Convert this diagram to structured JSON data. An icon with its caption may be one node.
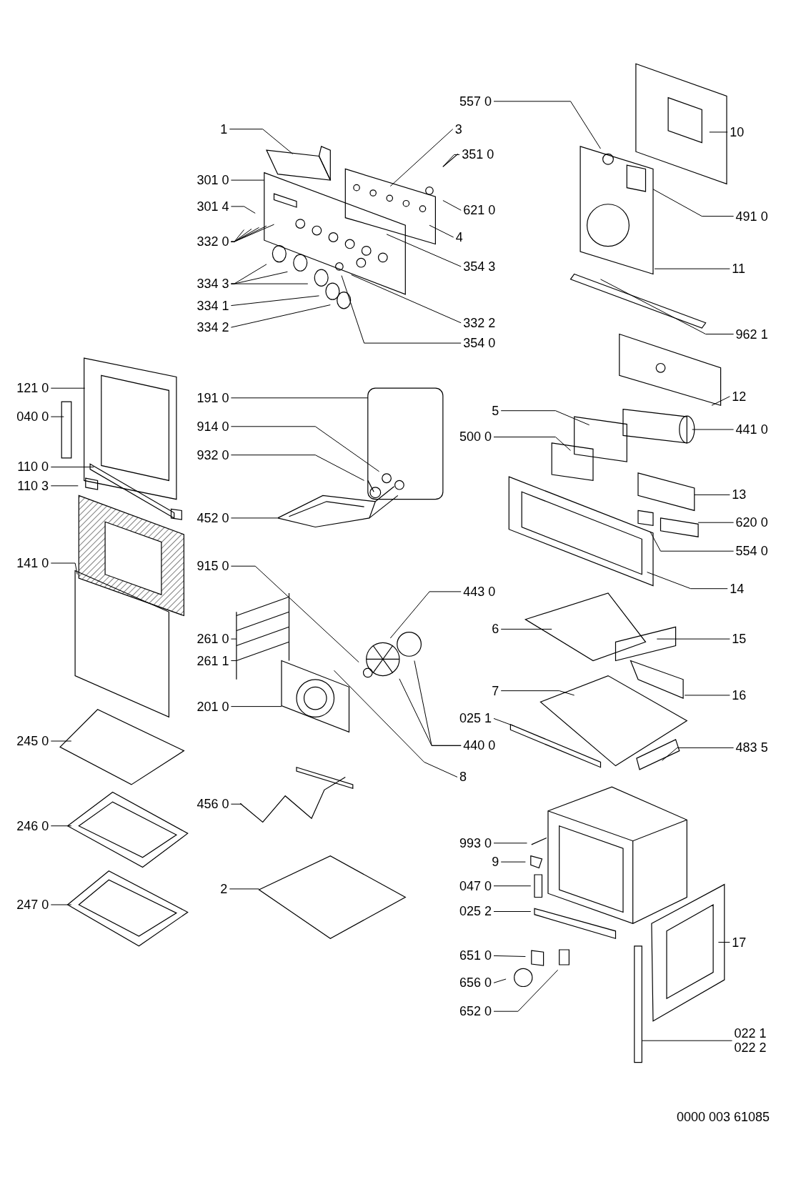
{
  "diagram": {
    "nodes": [
      {
        "text": [
          "557 0"
        ]
      },
      {
        "text": [
          "1"
        ]
      },
      {
        "text": [
          "3"
        ]
      },
      {
        "text": [
          "10"
        ]
      },
      {
        "text": [
          "351 0"
        ]
      },
      {
        "text": [
          "301 0"
        ]
      },
      {
        "text": [
          "301 4"
        ]
      },
      {
        "text": [
          "621 0"
        ]
      },
      {
        "text": [
          "491 0"
        ]
      },
      {
        "text": [
          "4"
        ]
      },
      {
        "text": [
          "332 0"
        ]
      },
      {
        "text": [
          "354 3"
        ]
      },
      {
        "text": [
          "11"
        ]
      },
      {
        "text": [
          "334 3"
        ]
      },
      {
        "text": [
          "334 1"
        ]
      },
      {
        "text": [
          "332 2"
        ]
      },
      {
        "text": [
          "334 2"
        ]
      },
      {
        "text": [
          "962 1"
        ]
      },
      {
        "text": [
          "354 0"
        ]
      },
      {
        "text": [
          "121 0"
        ]
      },
      {
        "text": [
          "12"
        ]
      },
      {
        "text": [
          "191 0"
        ]
      },
      {
        "text": [
          "5"
        ]
      },
      {
        "text": [
          "040 0"
        ]
      },
      {
        "text": [
          "914 0"
        ]
      },
      {
        "text": [
          "441 0"
        ]
      },
      {
        "text": [
          "500 0"
        ]
      },
      {
        "text": [
          "932 0"
        ]
      },
      {
        "text": [
          "110 0"
        ]
      },
      {
        "text": [
          "110 3"
        ]
      },
      {
        "text": [
          "13"
        ]
      },
      {
        "text": [
          "452 0"
        ]
      },
      {
        "text": [
          "620 0"
        ]
      },
      {
        "text": [
          "554 0"
        ]
      },
      {
        "text": [
          "141 0"
        ]
      },
      {
        "text": [
          "915 0"
        ]
      },
      {
        "text": [
          "14"
        ]
      },
      {
        "text": [
          "443 0"
        ]
      },
      {
        "text": [
          "6"
        ]
      },
      {
        "text": [
          "261 0"
        ]
      },
      {
        "text": [
          "15"
        ]
      },
      {
        "text": [
          "261 1"
        ]
      },
      {
        "text": [
          "7"
        ]
      },
      {
        "text": [
          "16"
        ]
      },
      {
        "text": [
          "201 0"
        ]
      },
      {
        "text": [
          "025 1"
        ]
      },
      {
        "text": [
          "245 0"
        ]
      },
      {
        "text": [
          "440 0"
        ]
      },
      {
        "text": [
          "483 5"
        ]
      },
      {
        "text": [
          "8"
        ]
      },
      {
        "text": [
          "456 0"
        ]
      },
      {
        "text": [
          "246 0"
        ]
      },
      {
        "text": [
          "993 0"
        ]
      },
      {
        "text": [
          "9"
        ]
      },
      {
        "text": [
          "047 0"
        ]
      },
      {
        "text": [
          "2"
        ]
      },
      {
        "text": [
          "247 0"
        ]
      },
      {
        "text": [
          "025 2"
        ]
      },
      {
        "text": [
          "17"
        ]
      },
      {
        "text": [
          "651 0"
        ]
      },
      {
        "text": [
          "656 0"
        ]
      },
      {
        "text": [
          "652 0"
        ]
      },
      {
        "text": [
          "022 1",
          "022 2"
        ]
      }
    ],
    "edges": [
      {
        "from": 0,
        "to": null,
        "arrow": "none"
      },
      {
        "from": 1,
        "to": null,
        "arrow": "none"
      },
      {
        "from": 2,
        "to": null,
        "arrow": "none"
      },
      {
        "from": 3,
        "to": null,
        "arrow": "none"
      },
      {
        "from": 4,
        "to": null,
        "arrow": "none"
      },
      {
        "from": 5,
        "to": null,
        "arrow": "none"
      },
      {
        "from": 6,
        "to": null,
        "arrow": "none"
      },
      {
        "from": 7,
        "to": null,
        "arrow": "none"
      },
      {
        "from": 8,
        "to": null,
        "arrow": "none"
      },
      {
        "from": 9,
        "to": null,
        "arrow": "none"
      },
      {
        "from": 10,
        "to": null,
        "arrow": "none"
      },
      {
        "from": 10,
        "to": null,
        "arrow": "none"
      },
      {
        "from": 10,
        "to": null,
        "arrow": "none"
      },
      {
        "from": 10,
        "to": null,
        "arrow": "none"
      },
      {
        "from": 10,
        "to": null,
        "arrow": "none"
      },
      {
        "from": 11,
        "to": null,
        "arrow": "none"
      },
      {
        "from": 12,
        "to": null,
        "arrow": "none"
      },
      {
        "from": 13,
        "to": null,
        "arrow": "none"
      },
      {
        "from": 13,
        "to": null,
        "arrow": "none"
      },
      {
        "from": 13,
        "to": null,
        "arrow": "none"
      },
      {
        "from": 14,
        "to": null,
        "arrow": "none"
      },
      {
        "from": 15,
        "to": null,
        "arrow": "none"
      },
      {
        "from": 16,
        "to": null,
        "arrow": "none"
      },
      {
        "from": 17,
        "to": null,
        "arrow": "none"
      },
      {
        "from": 18,
        "to": null,
        "arrow": "none"
      },
      {
        "from": 19,
        "to": null,
        "arrow": "none"
      },
      {
        "from": 20,
        "to": null,
        "arrow": "none"
      },
      {
        "from": 21,
        "to": null,
        "arrow": "none"
      },
      {
        "from": 22,
        "to": null,
        "arrow": "none"
      },
      {
        "from": 23,
        "to": null,
        "arrow": "none"
      },
      {
        "from": 24,
        "to": null,
        "arrow": "none"
      },
      {
        "from": 25,
        "to": null,
        "arrow": "none"
      },
      {
        "from": 26,
        "to": null,
        "arrow": "none"
      },
      {
        "from": 27,
        "to": null,
        "arrow": "none"
      },
      {
        "from": 28,
        "to": null,
        "arrow": "none"
      },
      {
        "from": 29,
        "to": null,
        "arrow": "none"
      },
      {
        "from": 30,
        "to": null,
        "arrow": "none"
      },
      {
        "from": 31,
        "to": null,
        "arrow": "none"
      },
      {
        "from": 32,
        "to": null,
        "arrow": "none"
      },
      {
        "from": 33,
        "to": null,
        "arrow": "none"
      },
      {
        "from": 34,
        "to": null,
        "arrow": "none"
      },
      {
        "from": 35,
        "to": null,
        "arrow": "none"
      },
      {
        "from": 36,
        "to": null,
        "arrow": "none"
      },
      {
        "from": 37,
        "to": null,
        "arrow": "none"
      },
      {
        "from": 38,
        "to": null,
        "arrow": "none"
      },
      {
        "from": 39,
        "to": null,
        "arrow": "none"
      },
      {
        "from": 40,
        "to": null,
        "arrow": "none"
      },
      {
        "from": 41,
        "to": null,
        "arrow": "none"
      },
      {
        "from": 42,
        "to": null,
        "arrow": "none"
      },
      {
        "from": 43,
        "to": null,
        "arrow": "none"
      },
      {
        "from": 44,
        "to": null,
        "arrow": "none"
      },
      {
        "from": 45,
        "to": null,
        "arrow": "none"
      },
      {
        "from": 46,
        "to": null,
        "arrow": "none"
      },
      {
        "from": 47,
        "to": null,
        "arrow": "none"
      },
      {
        "from": 47,
        "to": null,
        "arrow": "none"
      },
      {
        "from": 48,
        "to": null,
        "arrow": "none"
      },
      {
        "from": 49,
        "to": null,
        "arrow": "none"
      },
      {
        "from": 50,
        "to": null,
        "arrow": "none"
      },
      {
        "from": 51,
        "to": null,
        "arrow": "none"
      },
      {
        "from": 52,
        "to": null,
        "arrow": "none"
      },
      {
        "from": 53,
        "to": null,
        "arrow": "none"
      },
      {
        "from": 54,
        "to": null,
        "arrow": "none"
      },
      {
        "from": 55,
        "to": null,
        "arrow": "none"
      },
      {
        "from": 56,
        "to": null,
        "arrow": "none"
      },
      {
        "from": 57,
        "to": null,
        "arrow": "none"
      },
      {
        "from": 58,
        "to": null,
        "arrow": "none"
      },
      {
        "from": 59,
        "to": null,
        "arrow": "none"
      },
      {
        "from": 60,
        "to": null,
        "arrow": "none"
      },
      {
        "from": 61,
        "to": null,
        "arrow": "none"
      },
      {
        "from": 62,
        "to": null,
        "arrow": "none"
      }
    ],
    "labels": [
      "0000 003 61085"
    ]
  }
}
